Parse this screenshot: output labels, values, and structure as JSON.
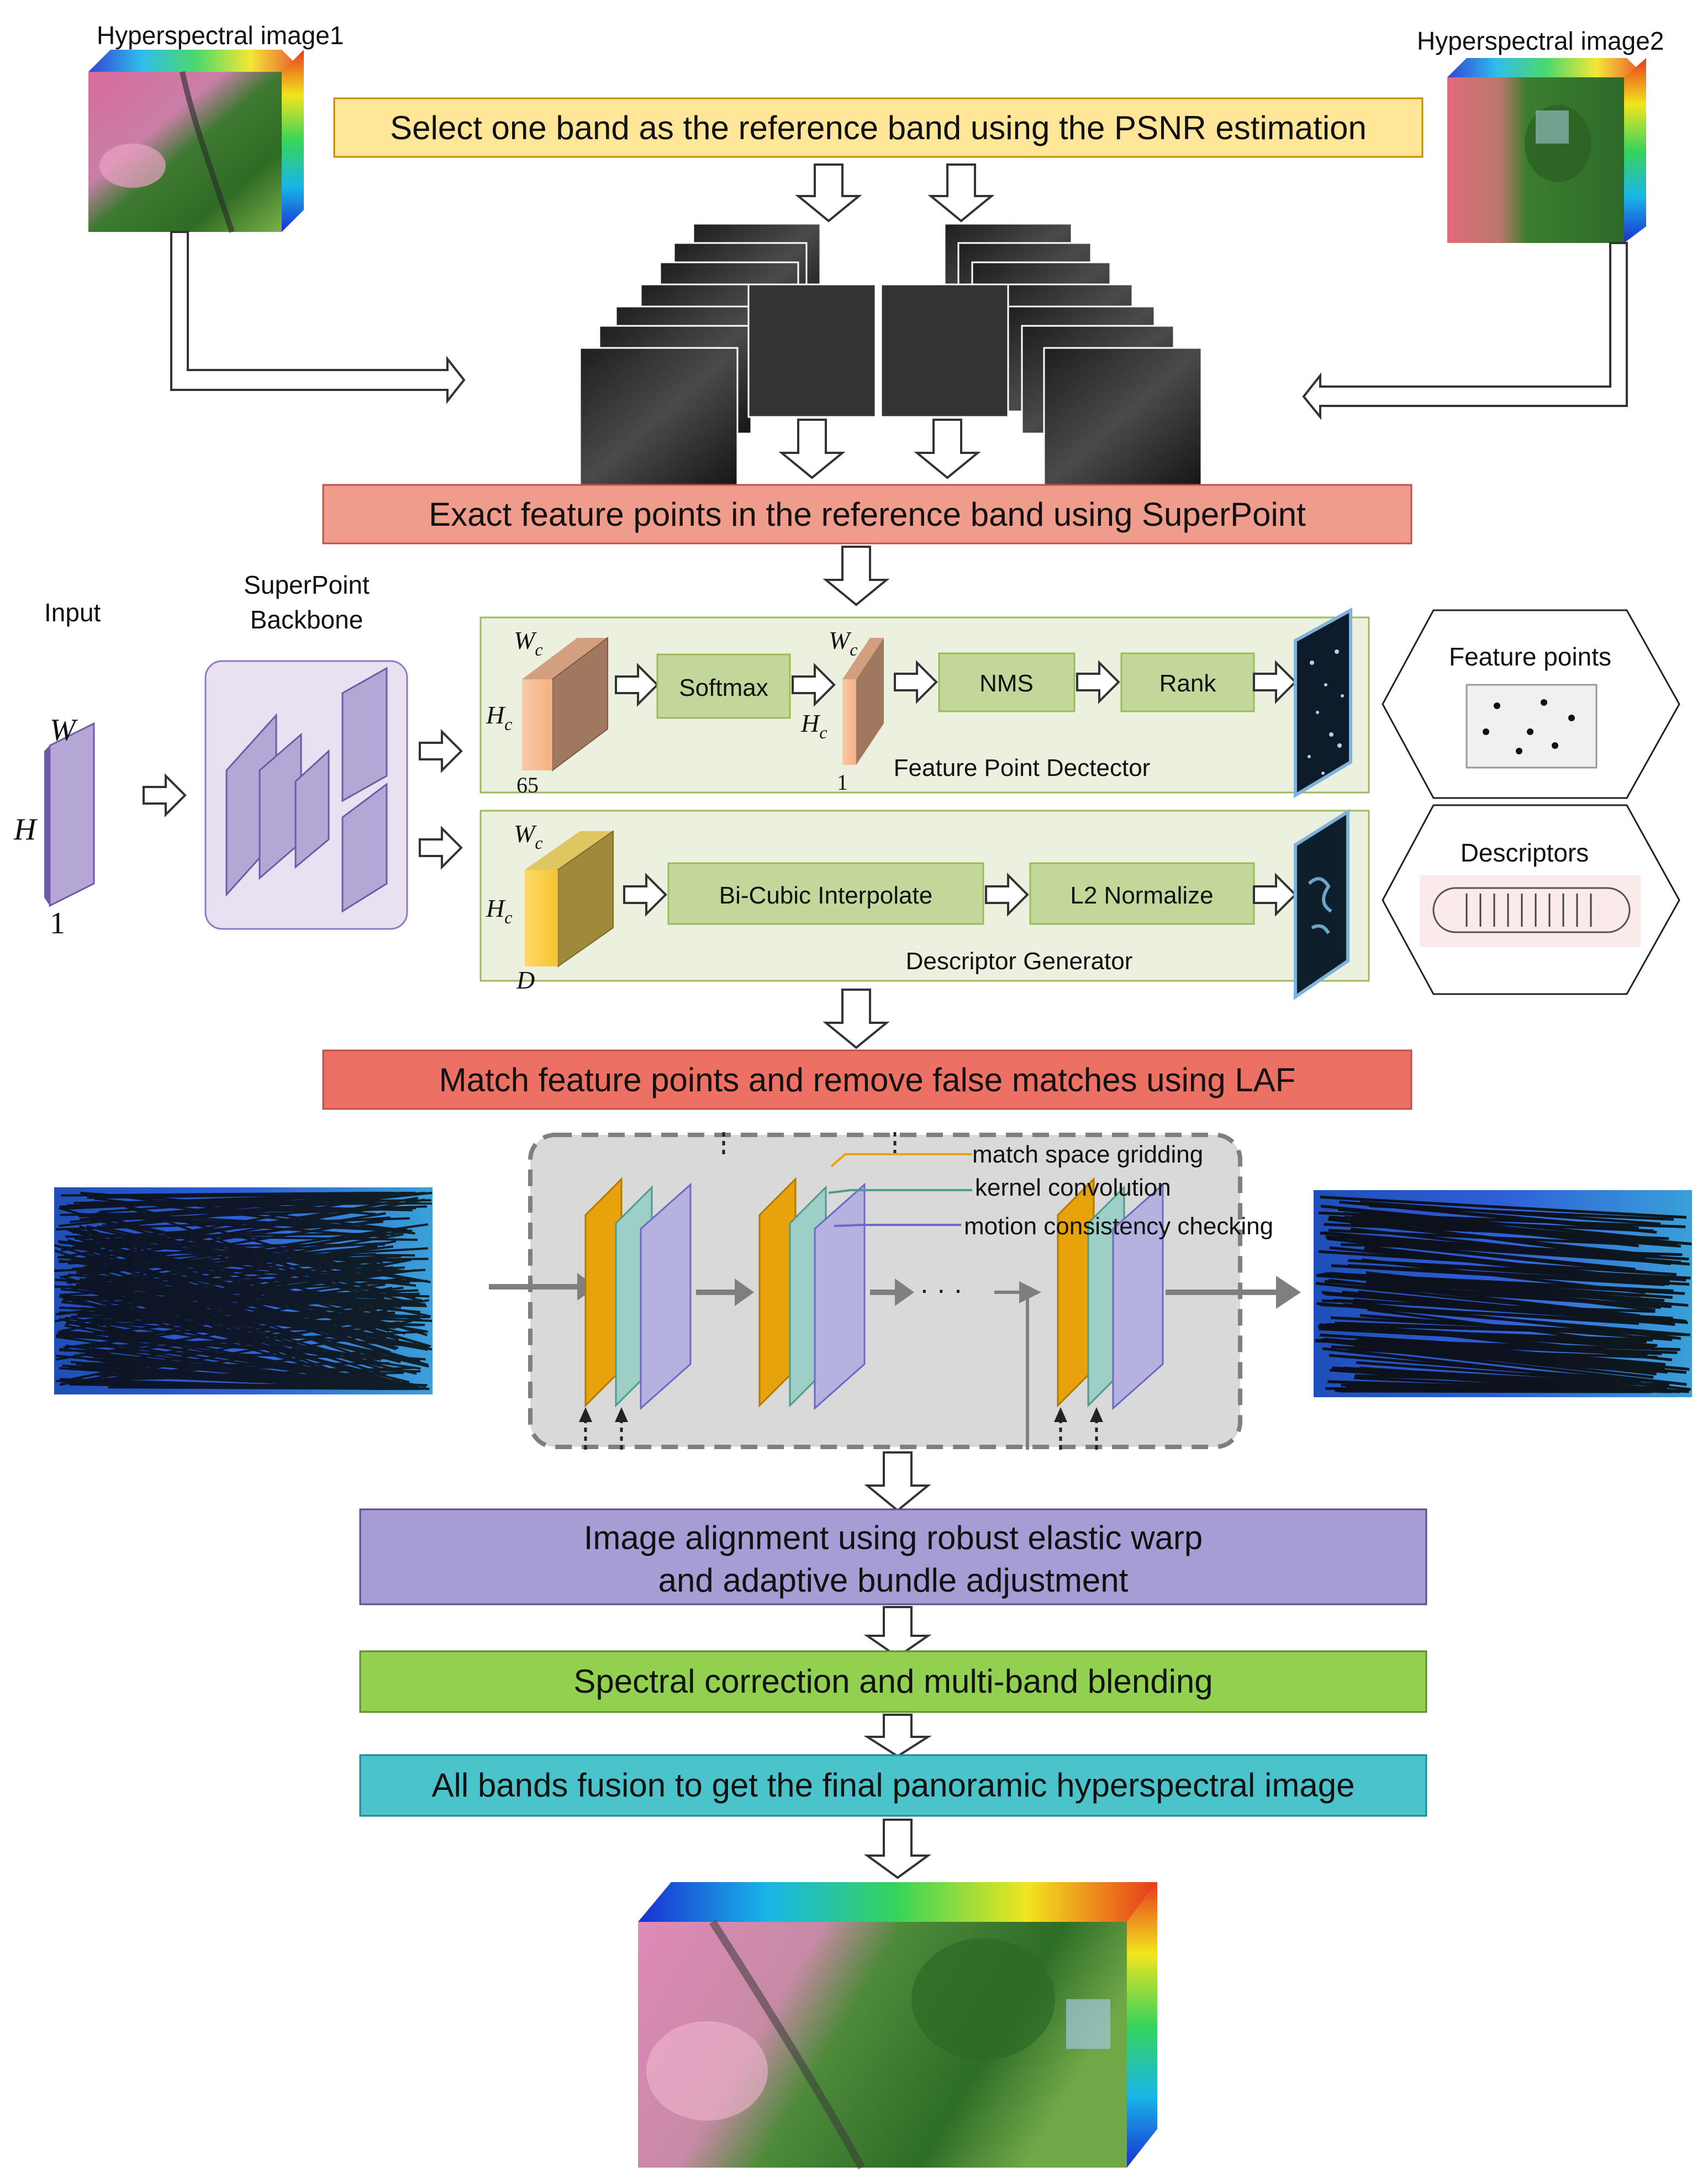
{
  "sources": {
    "image1_label": "Hyperspectral image1",
    "image2_label": "Hyperspectral image2"
  },
  "steps": {
    "step1": "Select one band as the reference band using the PSNR estimation",
    "step2": "Exact feature points in the reference band using SuperPoint",
    "step3": "Match feature points and remove false matches using LAF",
    "step4_line1": "Image alignment using robust elastic warp",
    "step4_line2": "and adaptive bundle adjustment",
    "step5": "Spectral correction and multi-band blending",
    "step6": "All bands fusion to get the final panoramic hyperspectral image"
  },
  "superpoint": {
    "input_label": "Input",
    "input_w": "W",
    "input_h": "H",
    "input_c": "1",
    "backbone_line1": "SuperPoint",
    "backbone_line2": "Backbone",
    "detector": {
      "title": "Feature Point Dectector",
      "wc": "W",
      "hc": "H",
      "sub": "c",
      "channels_in": "65",
      "channels_out": "1",
      "softmax": "Softmax",
      "nms": "NMS",
      "rank": "Rank"
    },
    "descriptor": {
      "title": "Descriptor Generator",
      "wc": "W",
      "hc": "H",
      "sub": "c",
      "channels": "D",
      "interp": "Bi-Cubic Interpolate",
      "norm": "L2 Normalize"
    },
    "feature_points_label": "Feature points",
    "descriptors_label": "Descriptors"
  },
  "laf": {
    "legend_gridding": "match space gridding",
    "legend_kernel": "kernel convolution",
    "legend_motion": "motion consistency checking",
    "ellipsis": "· · ·"
  },
  "colors": {
    "step1_fill": "#FFE699",
    "step2_fill": "#F09C8C",
    "step3_fill": "#EC7063",
    "step4_fill": "#A89CD4",
    "step5_fill": "#92D050",
    "step6_fill": "#4BC3CB",
    "panel_fill": "#EBF1DE",
    "panel_stroke": "#9BBB59",
    "op_fill": "#C4D79B",
    "backbone_fill": "#E9E1F1",
    "layer_purple": "#B4A7D6",
    "gold": "#E8A30C",
    "teal": "#9ECFC6",
    "lavender": "#B5B2E0"
  }
}
